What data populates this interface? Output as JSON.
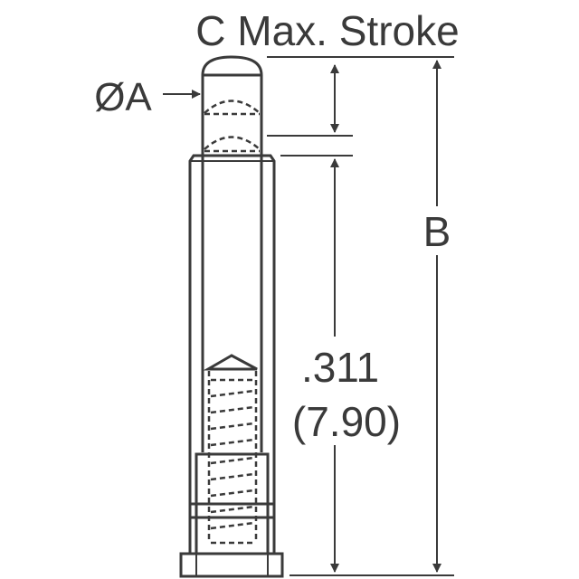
{
  "labels": {
    "stroke": "C Max. Stroke",
    "diameter": "ØA",
    "length": "B",
    "dimension_in": ".311",
    "dimension_mm": "(7.90)"
  },
  "colors": {
    "line": "#3a3a3a",
    "background": "#ffffff"
  }
}
